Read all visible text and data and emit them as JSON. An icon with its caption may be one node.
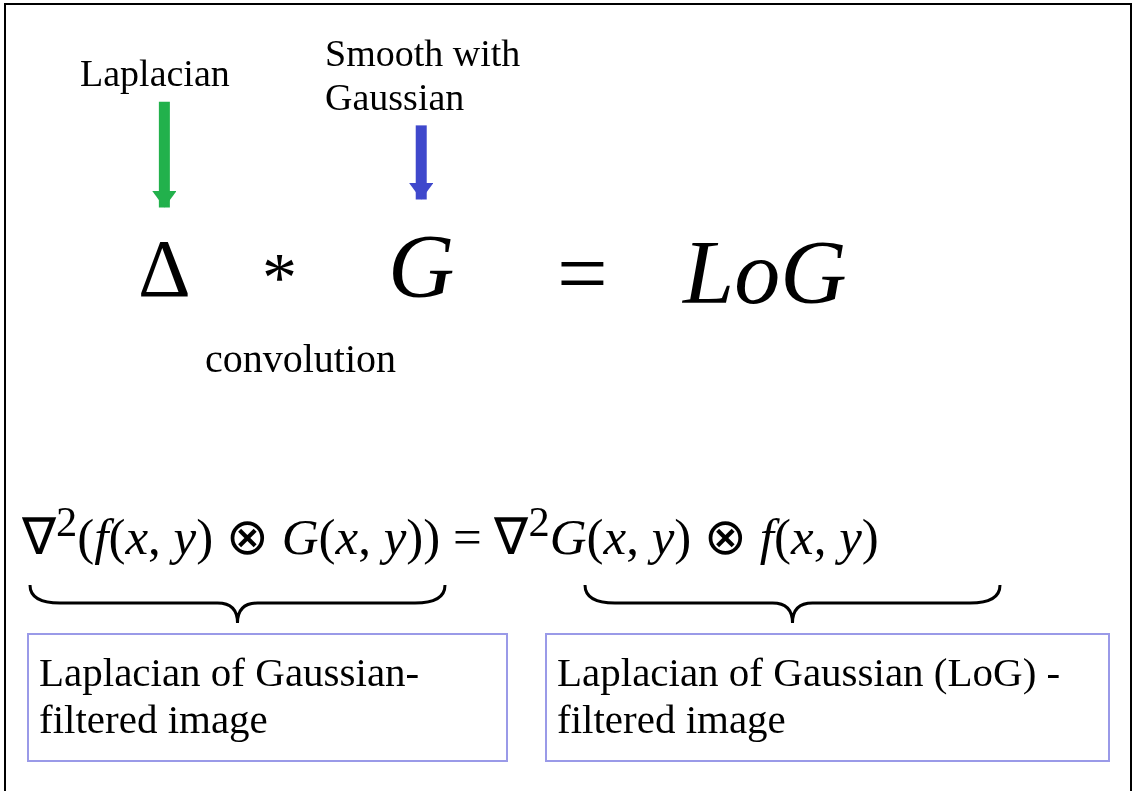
{
  "diagram": {
    "nodes": [
      {
        "text": [
          "Laplacian"
        ]
      },
      {
        "text": [
          "Smooth with Gaussian"
        ]
      },
      {
        "text": [
          "Δ"
        ]
      },
      {
        "text": [
          "G"
        ]
      },
      {
        "text": [
          "Laplacian of Gaussian-filtered image"
        ]
      },
      {
        "text": [
          "Laplacian of Gaussian (LoG) -filtered image"
        ]
      }
    ],
    "edges": [
      {
        "from": 0,
        "to": 2,
        "arrow": "to",
        "color": "#22b14c"
      },
      {
        "from": 1,
        "to": 3,
        "arrow": "to",
        "color": "#3f48cc"
      }
    ],
    "labels": [
      "*",
      "=",
      "LoG",
      "convolution",
      "∇$^{2}$(*f*(*x*, *y*) ⊗ *G*(*x*, *y*)) = ∇$^{2}$*G*(*x*, *y*) ⊗ *f*(*x*, *y*)"
    ]
  }
}
